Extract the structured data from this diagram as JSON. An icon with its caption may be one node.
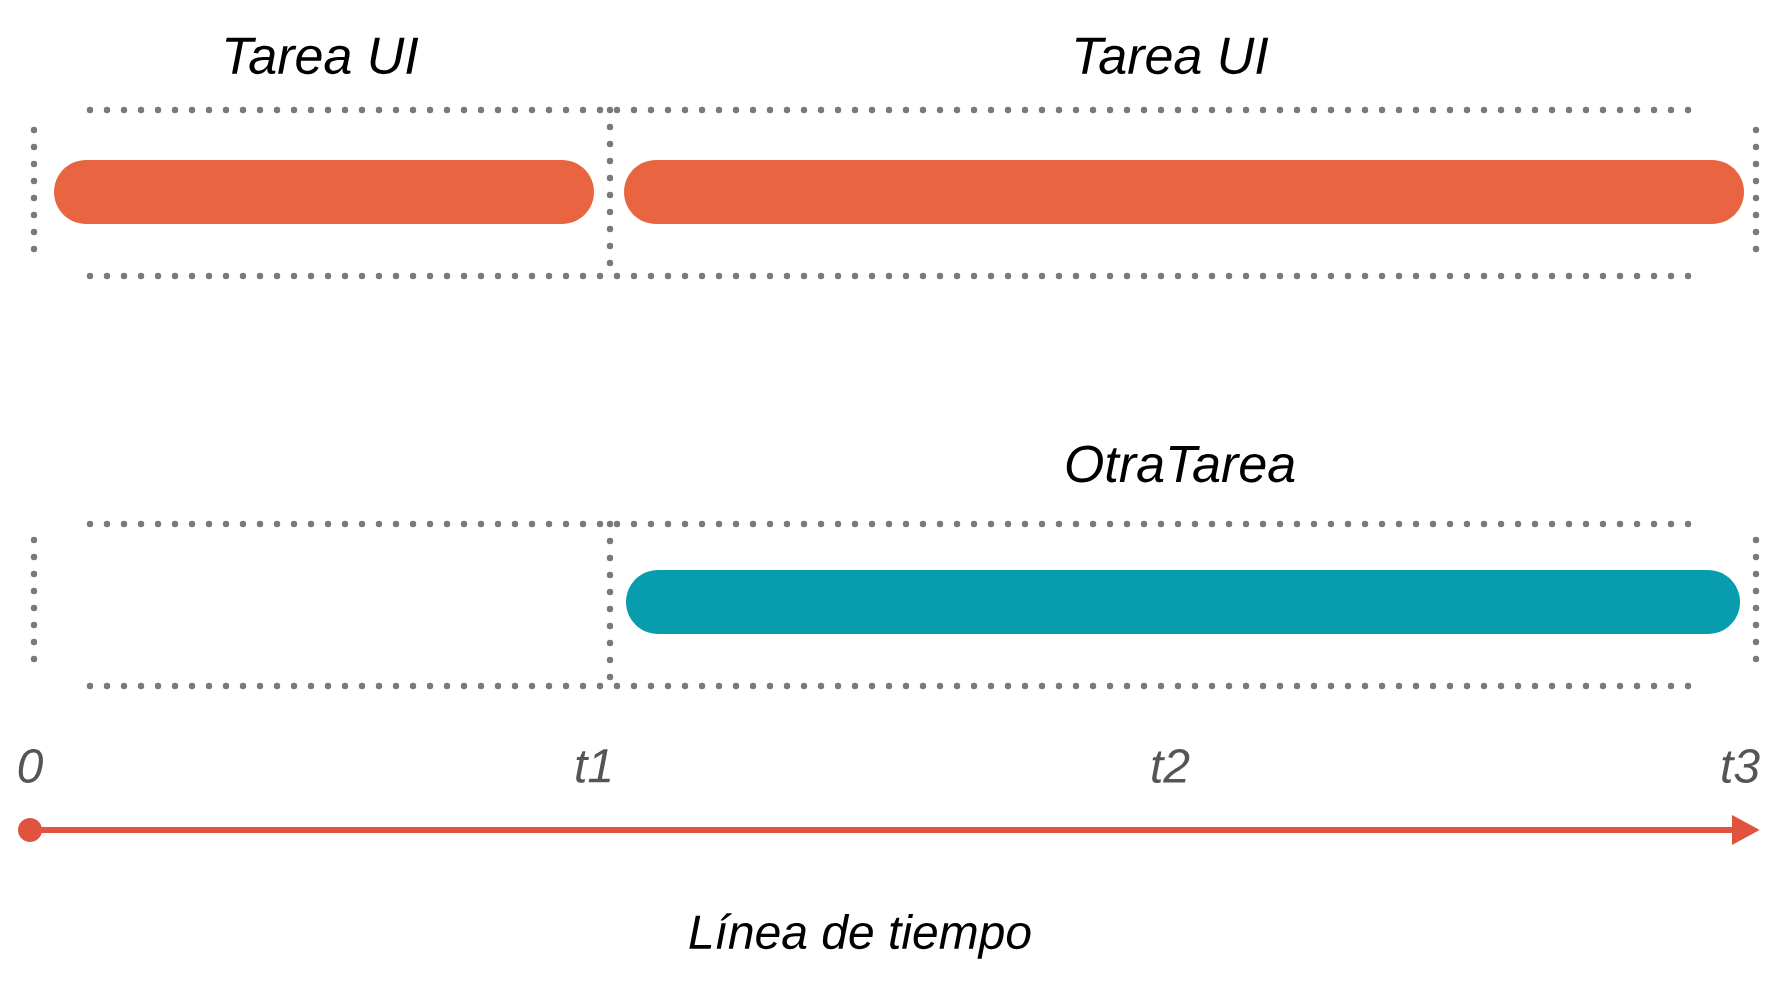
{
  "diagram": {
    "nodes": [
      {
        "text": [
          "Tarea UI"
        ]
      },
      {
        "text": [
          "Tarea UI"
        ]
      },
      {
        "text": [
          "OtraTarea"
        ]
      }
    ],
    "labels": [
      "0",
      "t1",
      "t2",
      "t3",
      "Línea de tiempo"
    ]
  }
}
